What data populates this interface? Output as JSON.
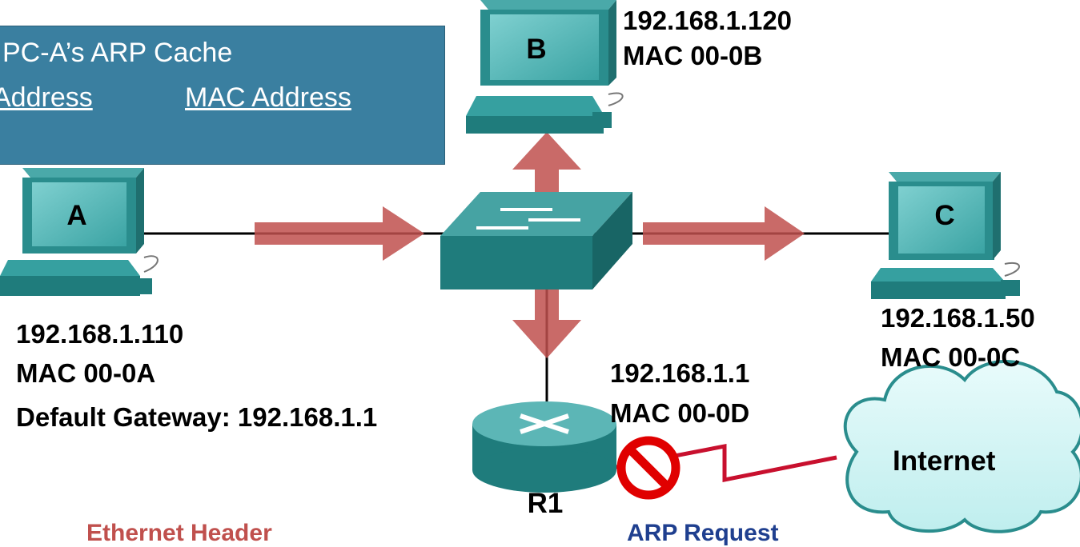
{
  "arp_cache": {
    "title": "PC-A’s ARP Cache",
    "col_ip": "Address",
    "col_mac": "MAC Address"
  },
  "hosts": {
    "a": {
      "name": "A",
      "ip": "192.168.1.110",
      "mac": "MAC 00-0A",
      "gateway": "Default Gateway: 192.168.1.1"
    },
    "b": {
      "name": "B",
      "ip": "192.168.1.120",
      "mac": "MAC 00-0B"
    },
    "c": {
      "name": "C",
      "ip": "192.168.1.50",
      "mac": "MAC 00-0C"
    }
  },
  "router": {
    "name": "R1",
    "ip": "192.168.1.1",
    "mac": "MAC 00-0D"
  },
  "cloud": {
    "label": "Internet"
  },
  "footer": {
    "ethernet_header": "Ethernet Header",
    "arp_request": "ARP Request"
  },
  "colors": {
    "cache_bg": "#3a7fa0",
    "arrow": "#c0504d",
    "wan_link": "#c8102e",
    "device": "#2e8b8b",
    "eth_header": "#c0504d",
    "arp_request": "#1f3f8f"
  }
}
